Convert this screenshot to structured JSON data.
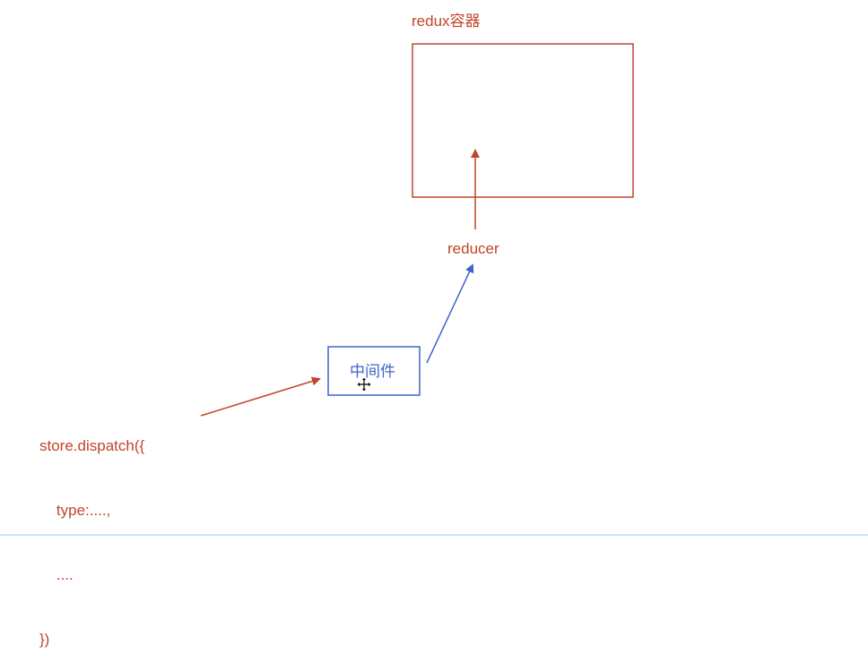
{
  "diagram": {
    "container_title": "redux容器",
    "reducer_label": "reducer",
    "middleware_label": "中间件",
    "code_lines": [
      "store.dispatch({",
      "    type:....,",
      "    ....",
      "})"
    ]
  },
  "colors": {
    "red": "#c0452a",
    "blue": "#3f63c9"
  },
  "icons": {
    "cursor": "move-cursor-icon"
  }
}
